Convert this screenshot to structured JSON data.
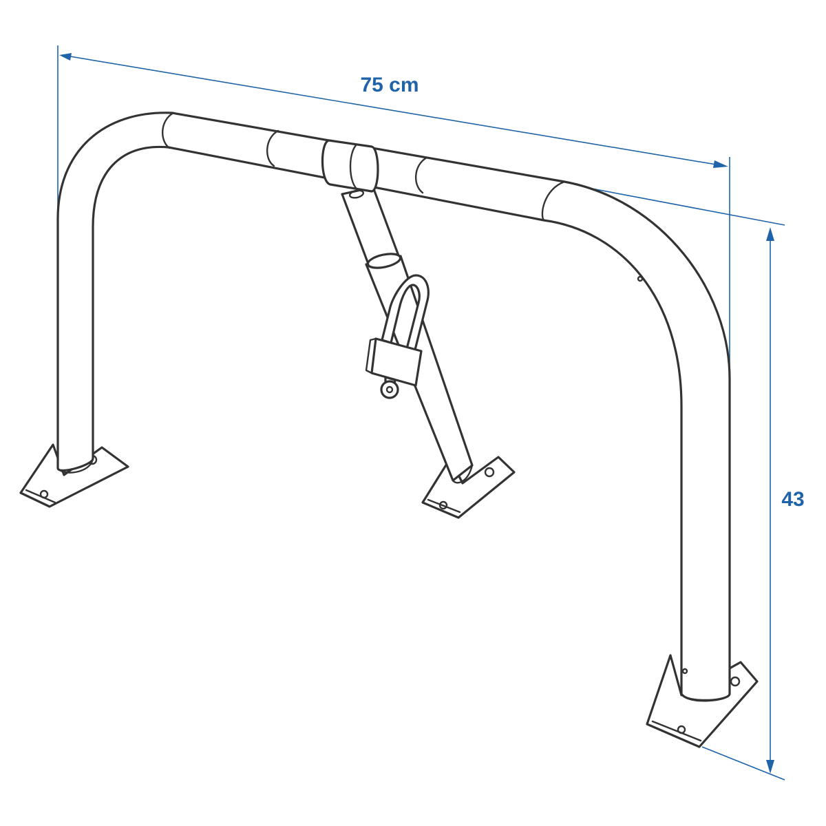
{
  "dimensions": {
    "width_label": "75 cm",
    "height_label": "43"
  },
  "colors": {
    "dimension": "#1f63a8",
    "outline": "#333333",
    "background": "#ffffff"
  },
  "parts": [
    "barrier-arch",
    "support-arm",
    "padlock",
    "key",
    "base-plate-left",
    "base-plate-middle",
    "base-plate-right"
  ]
}
